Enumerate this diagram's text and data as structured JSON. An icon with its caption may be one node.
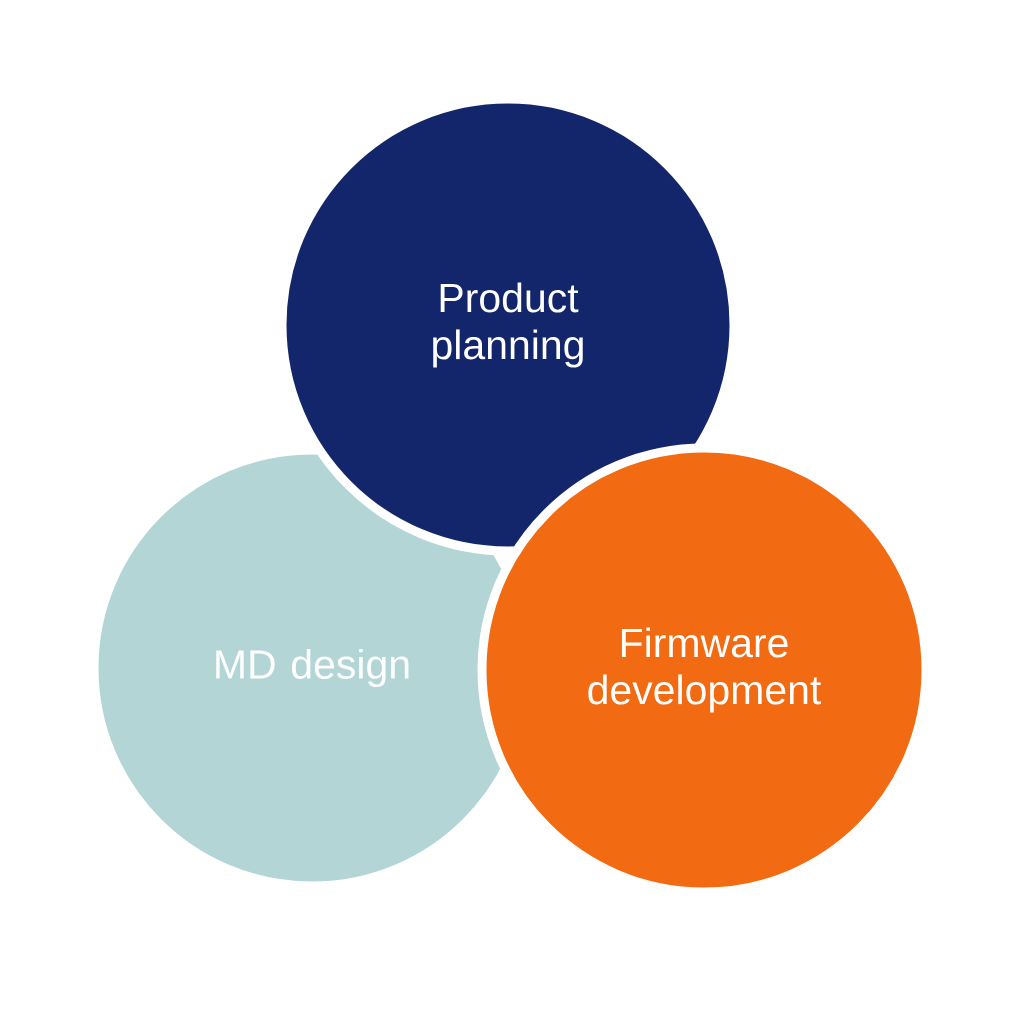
{
  "diagram": {
    "nodes": [
      {
        "text": [
          "MD design"
        ]
      },
      {
        "text": [
          "Product planning"
        ]
      },
      {
        "text": [
          "Firmware development"
        ]
      }
    ]
  }
}
